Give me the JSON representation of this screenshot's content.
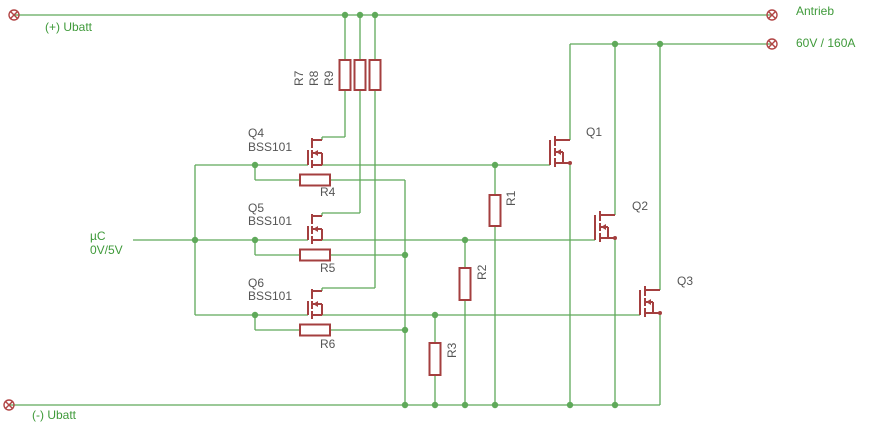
{
  "diagram": {
    "net_labels": {
      "plus": "(+) Ubatt",
      "minus": "(-) Ubatt",
      "drive": "Antrieb",
      "load": "60V / 160A",
      "uc_line1": "µC",
      "uc_line2": "0V/5V"
    },
    "components": {
      "q4": "Q4",
      "q5": "Q5",
      "q6": "Q6",
      "q4_type": "BSS101",
      "q5_type": "BSS101",
      "q6_type": "BSS101",
      "q1": "Q1",
      "q2": "Q2",
      "q3": "Q3",
      "r1": "R1",
      "r2": "R2",
      "r3": "R3",
      "r4": "R4",
      "r5": "R5",
      "r6": "R6",
      "r7": "R7",
      "r8": "R8",
      "r9": "R9"
    },
    "colors": {
      "wire": "#5fa95a",
      "part": "#a43f3f",
      "net_text": "#3f9a3a",
      "ref_text": "#555555"
    }
  }
}
